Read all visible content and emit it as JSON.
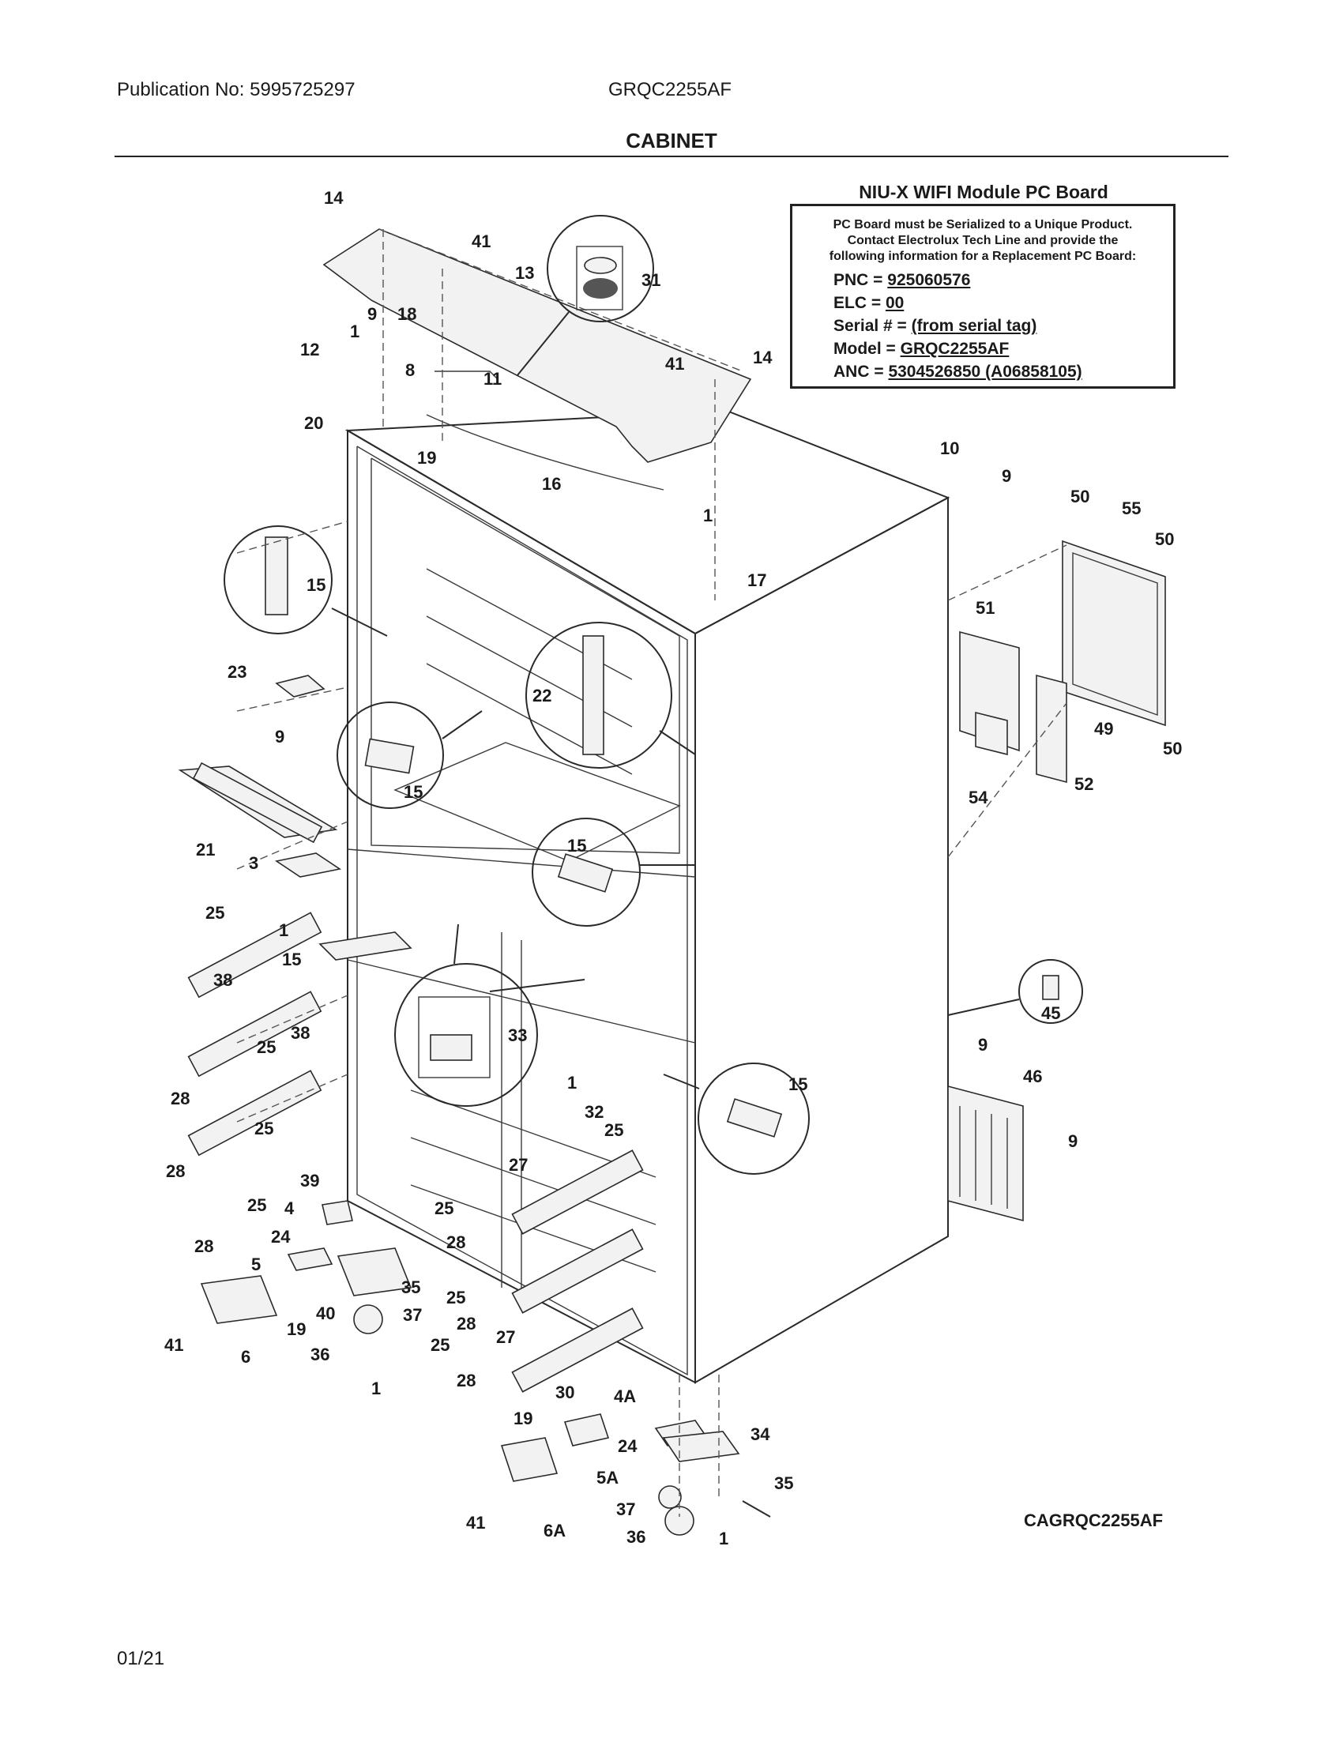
{
  "header": {
    "publication": "Publication No: 5995725297",
    "model": "GRQC2255AF",
    "section_title": "CABINET"
  },
  "niu_box": {
    "title": "NIU-X WIFI Module PC Board",
    "note_lines": [
      "PC Board must be Serialized to a Unique Product.",
      "Contact Electrolux Tech Line and provide the",
      "following information for a Replacement PC Board:"
    ],
    "pnc_label": "PNC = ",
    "pnc_value": "925060576",
    "elc_label": "ELC = ",
    "elc_value": "00",
    "serial_label": "Serial # = ",
    "serial_value": "(from serial tag)",
    "model_label": "Model = ",
    "model_value": "GRQC2255AF",
    "anc_label": "ANC = ",
    "anc_value": "5304526850 (A06858105)"
  },
  "drawing_code": "CAGRQC2255AF",
  "footer_date": "01/21",
  "callouts": {
    "c14a": "14",
    "c41a": "41",
    "c13": "13",
    "c31": "31",
    "c9a": "9",
    "c18": "18",
    "c12": "12",
    "c1a": "1",
    "c8": "8",
    "c11": "11",
    "c41b": "41",
    "c14b": "14",
    "c20": "20",
    "c19a": "19",
    "c16": "16",
    "c10": "10",
    "c9b": "9",
    "c50a": "50",
    "c55": "55",
    "c50b": "50",
    "c1b": "1",
    "c17": "17",
    "c15a": "15",
    "c22": "22",
    "c51": "51",
    "c23": "23",
    "c9c": "9",
    "c49": "49",
    "c50c": "50",
    "c15b": "15",
    "c52": "52",
    "c54": "54",
    "c21": "21",
    "c15c": "15",
    "c3": "3",
    "c25a": "25",
    "c1c": "1",
    "c15d": "15",
    "c38a": "38",
    "c33": "33",
    "c45": "45",
    "c25b": "25",
    "c38b": "38",
    "c9d": "9",
    "c28a": "28",
    "c1d": "1",
    "c15e": "15",
    "c46": "46",
    "c32": "32",
    "c25c": "25",
    "c25d": "25",
    "c9e": "9",
    "c39": "39",
    "c28b": "28",
    "c27a": "27",
    "c25e": "25",
    "c4": "4",
    "c25f": "25",
    "c24a": "24",
    "c28c": "28",
    "c28d": "28",
    "c5": "5",
    "c35a": "35",
    "c25g": "25",
    "c40": "40",
    "c37a": "37",
    "c19b": "19",
    "c28e": "28",
    "c27b": "27",
    "c41c": "41",
    "c6": "6",
    "c36a": "36",
    "c25h": "25",
    "c1e": "1",
    "c28f": "28",
    "c30": "30",
    "c4a": "4A",
    "c19c": "19",
    "c24b": "24",
    "c34": "34",
    "c5a": "5A",
    "c35b": "35",
    "c41d": "41",
    "c6a": "6A",
    "c37b": "37",
    "c36b": "36",
    "c1f": "1"
  }
}
